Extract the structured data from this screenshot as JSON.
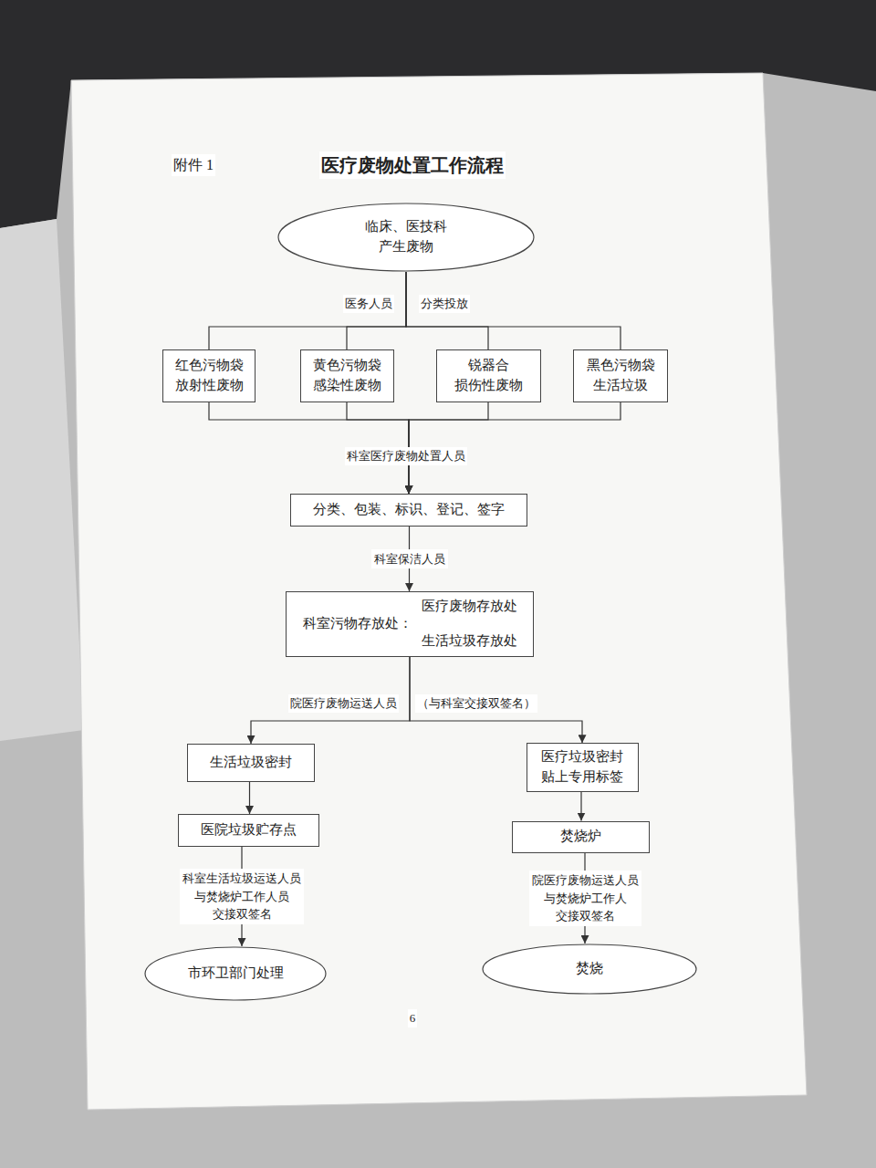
{
  "diagram": {
    "title": "医疗废物处置工作流程",
    "nodes": [
      {
        "text": [
          "临床、医技科 产生废物"
        ]
      },
      {
        "text": [
          "红色污物袋 放射性废物"
        ]
      },
      {
        "text": [
          "黄色污物袋 感染性废物"
        ]
      },
      {
        "text": [
          "锐器合 损伤性废物"
        ]
      },
      {
        "text": [
          "黑色污物袋 生活垃圾"
        ]
      },
      {
        "text": [
          "分类、包装、标识、登记、签字"
        ]
      },
      {
        "text": [
          "科室污物存放处：",
          "医疗废物存放处",
          "生活垃圾存放处"
        ]
      },
      {
        "text": [
          "生活垃圾密封"
        ]
      },
      {
        "text": [
          "医疗垃圾密封 贴上专用标签"
        ]
      },
      {
        "text": [
          "医院垃圾贮存点"
        ]
      },
      {
        "text": [
          "焚烧炉"
        ]
      },
      {
        "text": [
          "市环卫部门处理"
        ]
      },
      {
        "text": [
          "焚烧"
        ]
      }
    ],
    "edges": [
      {
        "from": 0,
        "to": 1,
        "arrow": "none"
      },
      {
        "from": 0,
        "to": 2,
        "arrow": "none"
      },
      {
        "from": 0,
        "to": 3,
        "arrow": "none"
      },
      {
        "from": 0,
        "to": 4,
        "arrow": "none"
      },
      {
        "from": 1,
        "to": 5,
        "arrow": "to"
      },
      {
        "from": 2,
        "to": 5,
        "arrow": "to"
      },
      {
        "from": 3,
        "to": 5,
        "arrow": "to"
      },
      {
        "from": 4,
        "to": 5,
        "arrow": "to"
      },
      {
        "from": 5,
        "to": 6,
        "label": "科室保洁人员",
        "arrow": "to"
      },
      {
        "from": 6,
        "to": 7,
        "arrow": "to"
      },
      {
        "from": 6,
        "to": 8,
        "arrow": "to"
      },
      {
        "from": 7,
        "to": 9,
        "arrow": "to"
      },
      {
        "from": 8,
        "to": 10,
        "arrow": "to"
      },
      {
        "from": 9,
        "to": 11,
        "label": "科室生活垃圾运送人员 与焚烧炉工作人员 交接双签名",
        "arrow": "to"
      },
      {
        "from": 10,
        "to": 12,
        "label": "院医疗废物运送人员 与焚烧炉工作人 交接双签名",
        "arrow": "to"
      }
    ],
    "labels": [
      "附件 1",
      "医务人员",
      "分类投放",
      "科室医疗废物处置人员",
      "院医疗废物运送人员",
      "（与科室交接双签名）",
      "6"
    ]
  }
}
